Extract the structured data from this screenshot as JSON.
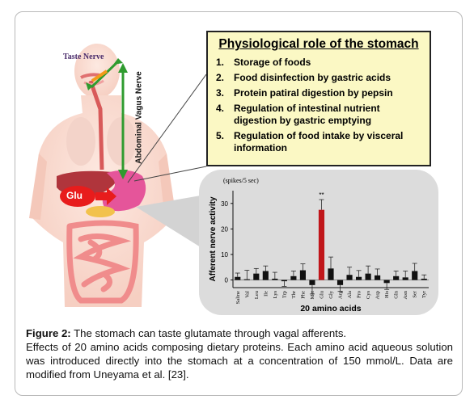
{
  "diagram": {
    "taste_nerve_label": "Taste Nerve",
    "vagus_nerve_label": "Abdominal Vagus Nerve",
    "glu_label": "Glu"
  },
  "role_box": {
    "title": "Physiological role of the stomach",
    "items": [
      {
        "num": "1.",
        "text": "Storage of foods"
      },
      {
        "num": "2.",
        "text": "Food disinfection by gastric acids"
      },
      {
        "num": "3.",
        "text": "Protein patiral digestion by pepsin"
      },
      {
        "num": "4.",
        "text": "Regulation of intestinal nutrient digestion by gastric emptying"
      },
      {
        "num": "5.",
        "text": "Regulation of food intake by visceral information"
      }
    ]
  },
  "chart_data": {
    "type": "bar",
    "unit_label": "(spikes/5 sec)",
    "ylabel": "Afferent nerve activity",
    "xlabel": "20 amino acids",
    "yticks": [
      0,
      10,
      20,
      30
    ],
    "ylim": [
      -3,
      35
    ],
    "categories": [
      "Saline",
      "Val",
      "Leu",
      "Ile",
      "Lys",
      "Trp",
      "Thr",
      "Phe",
      "Met",
      "Glu",
      "Gly",
      "Arg",
      "Ala",
      "Pro",
      "Cys",
      "Asp",
      "His",
      "Gln",
      "Asn",
      "Ser",
      "Tyr"
    ],
    "values": [
      1.2,
      0.3,
      2.5,
      3.5,
      0.5,
      -0.5,
      1.5,
      3.8,
      -2.0,
      27.5,
      4.5,
      -2.0,
      2.0,
      1.2,
      2.5,
      1.8,
      -1.2,
      1.5,
      1.0,
      3.5,
      0.5
    ],
    "errors": [
      1.5,
      3.5,
      2.0,
      2.0,
      2.5,
      2.0,
      2.0,
      2.5,
      3.5,
      4.0,
      4.5,
      2.5,
      3.0,
      2.5,
      3.0,
      2.5,
      2.5,
      2.0,
      2.5,
      3.0,
      1.5
    ],
    "highlight_category": "Glu",
    "significance": "**",
    "colors": {
      "bar": "#111111",
      "highlight": "#c0161a"
    }
  },
  "caption": {
    "label": "Figure 2:",
    "title_text": " The stomach can taste glutamate through vagal afferents.",
    "body": "Effects of 20 amino acids composing dietary proteins. Each amino acid aqueous solution was introduced directly into the stomach at a concentration of 150 mmol/L. Data are modified from Uneyama et al. [23]."
  }
}
